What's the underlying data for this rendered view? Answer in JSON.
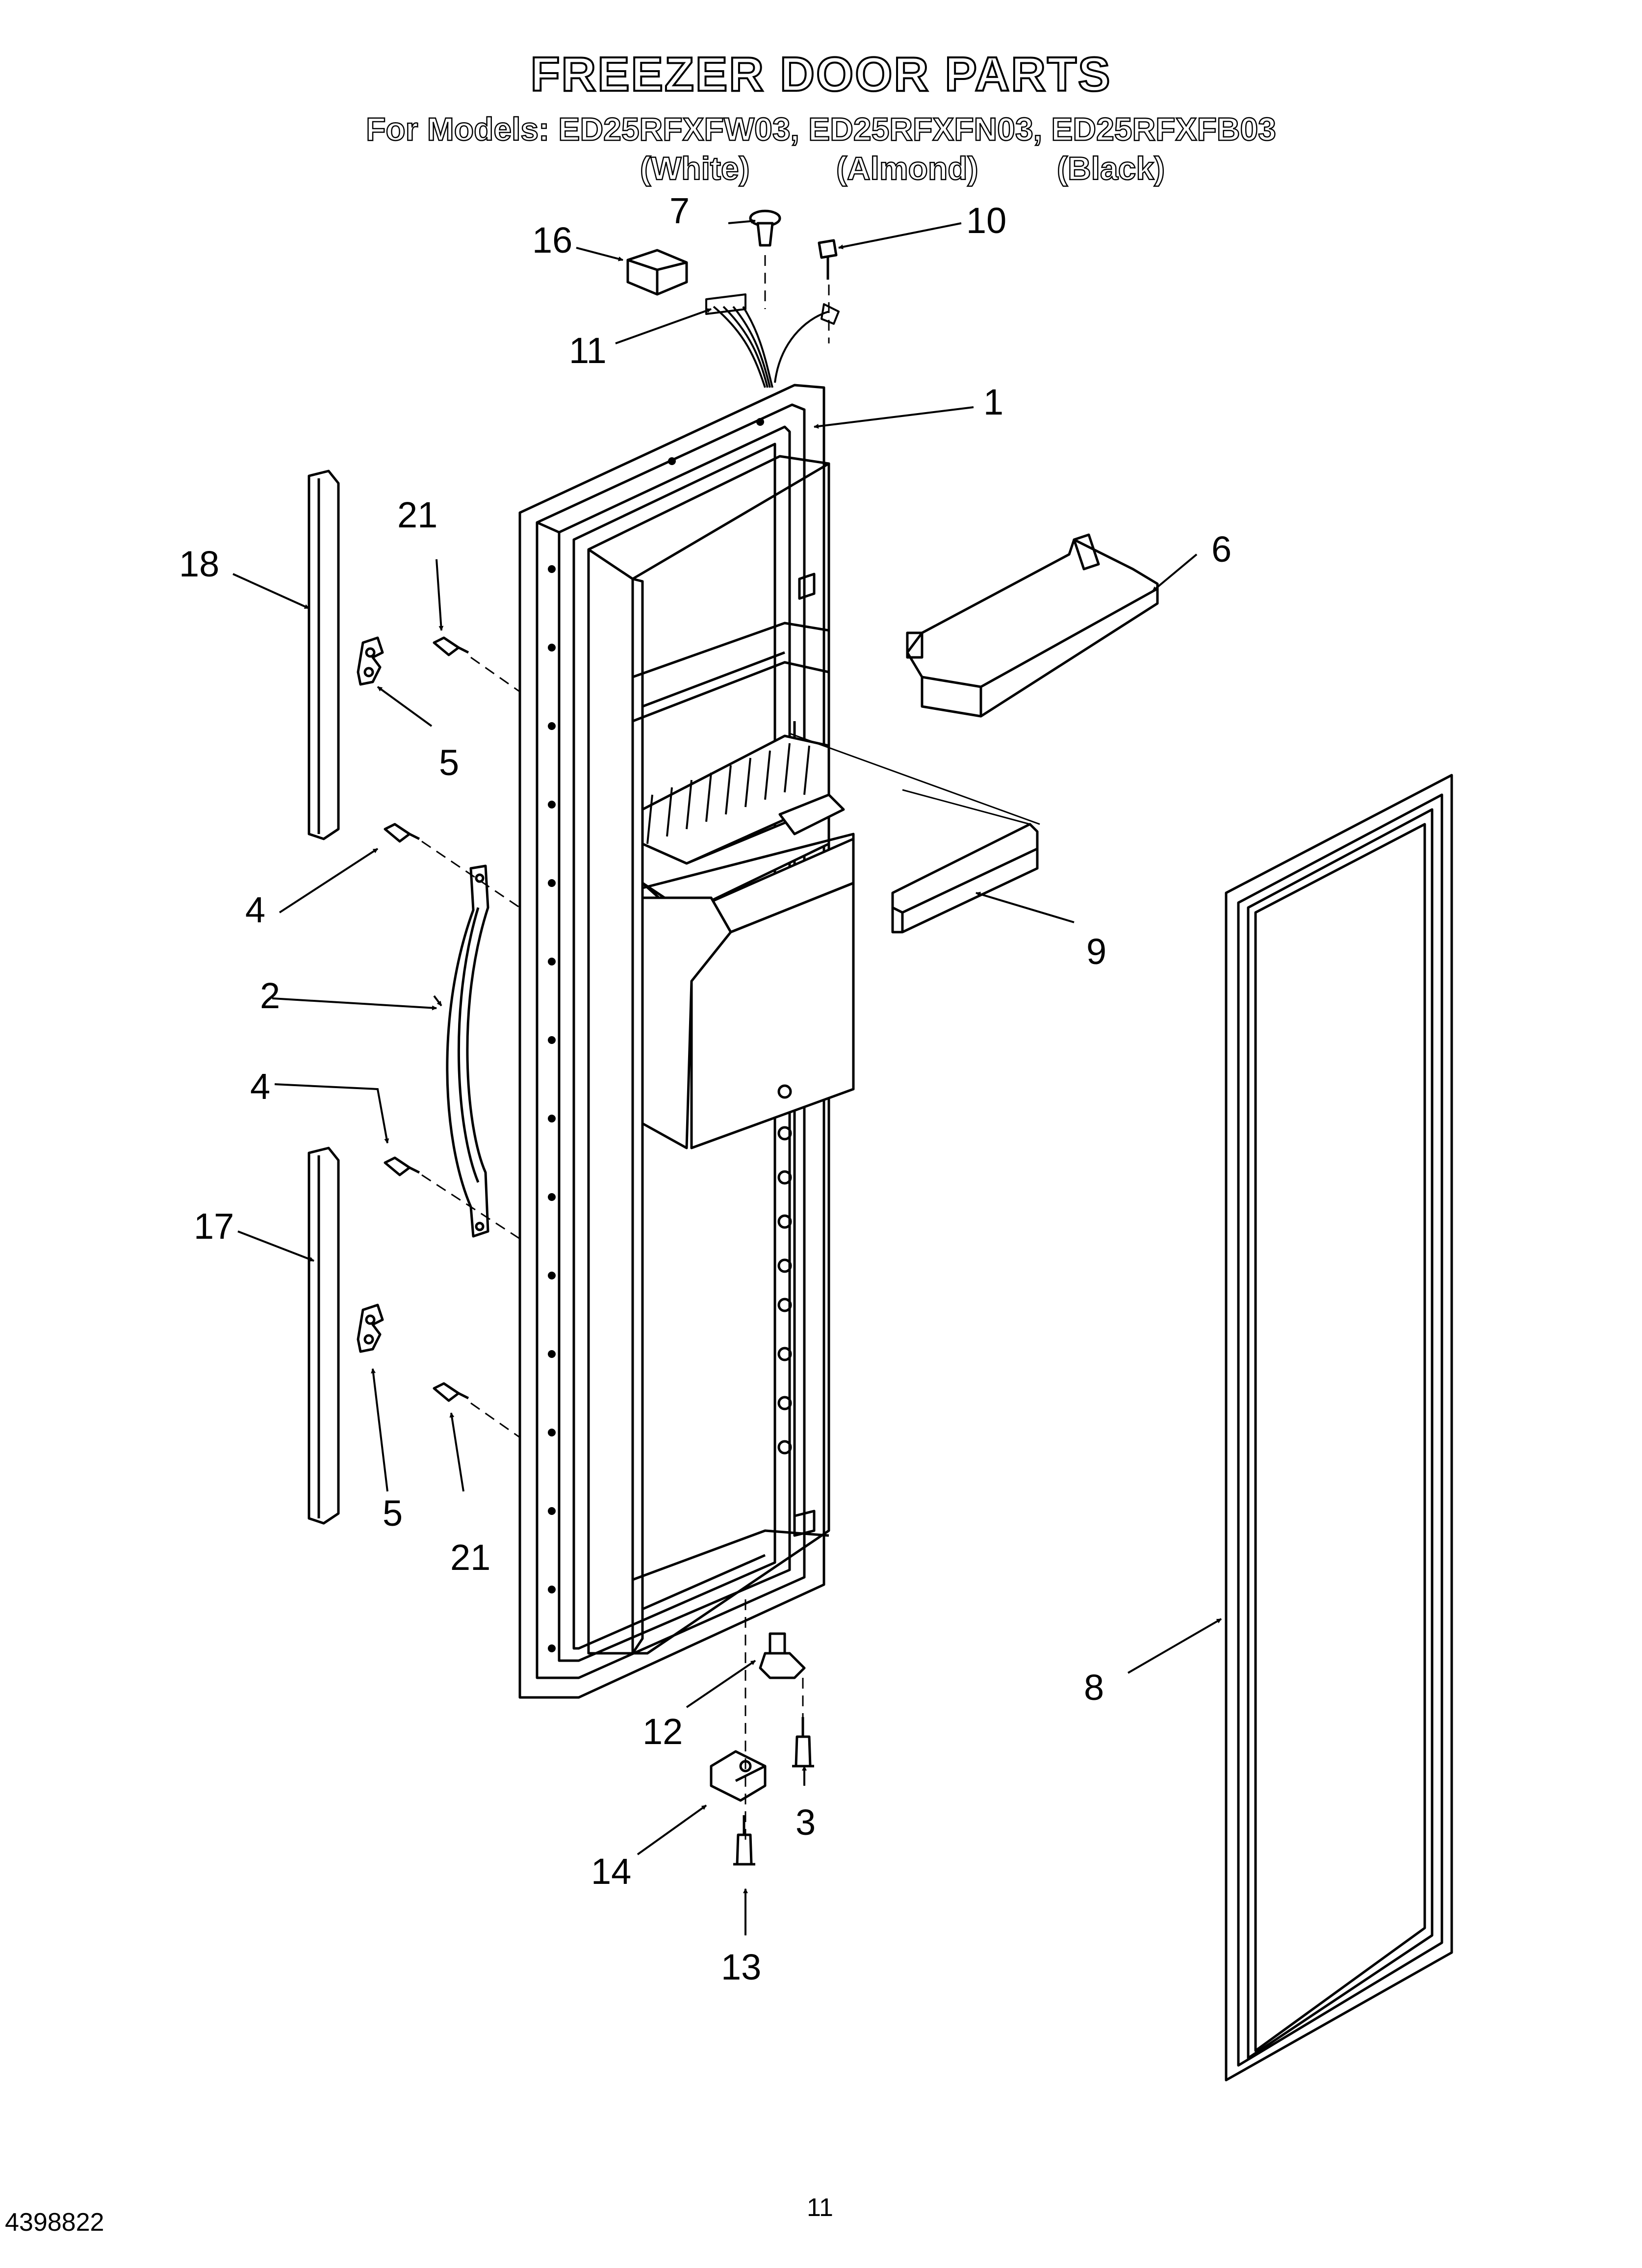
{
  "header": {
    "title": "FREEZER DOOR PARTS",
    "models_line": "For Models: ED25RFXFW03, ED25RFXFN03, ED25RFXFB03",
    "variants": [
      "(White)",
      "(Almond)",
      "(Black)"
    ]
  },
  "callouts": {
    "c1": "1",
    "c2": "2",
    "c3": "3",
    "c4a": "4",
    "c4b": "4",
    "c5a": "5",
    "c5b": "5",
    "c6": "6",
    "c7": "7",
    "c8": "8",
    "c9": "9",
    "c10": "10",
    "c11": "11",
    "c12": "12",
    "c13": "13",
    "c14": "14",
    "c16": "16",
    "c17": "17",
    "c18": "18",
    "c21a": "21",
    "c21b": "21"
  },
  "footer": {
    "doc_id": "4398822",
    "page": "11"
  }
}
